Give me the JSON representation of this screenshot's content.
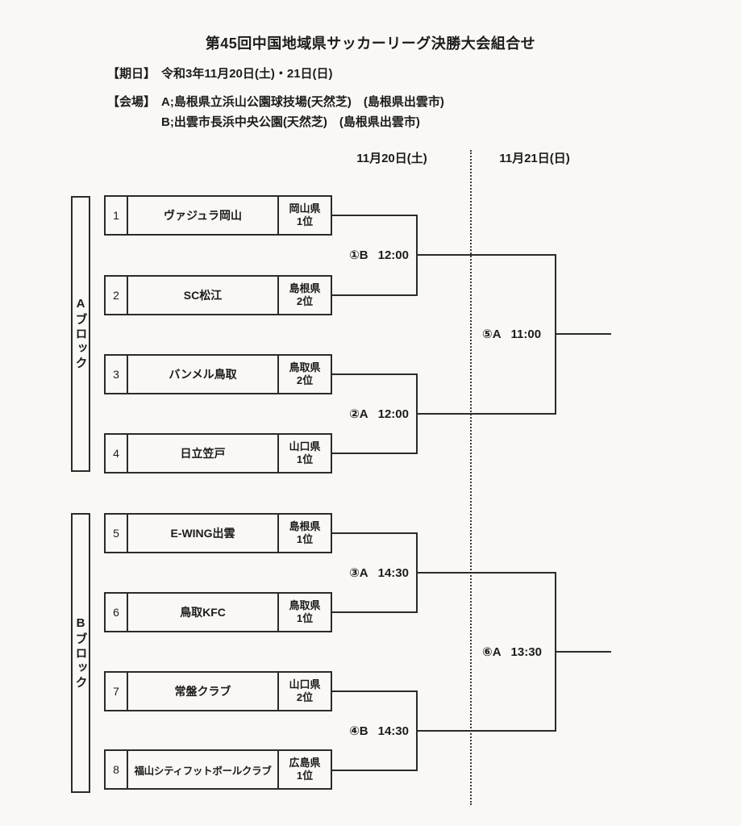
{
  "doc": {
    "title": "第45回中国地域県サッカーリーグ決勝大会組合せ",
    "schedule": {
      "label": "【期日】",
      "value": "令和3年11月20日(土)・21日(日)"
    },
    "venue": {
      "label": "【会場】",
      "line_a": "A;島根県立浜山公園球技場(天然芝)　(島根県出雲市)",
      "line_b": "B;出雲市長浜中央公園(天然芝)　(島根県出雲市)"
    },
    "days": {
      "day1": "11月20日(土)",
      "day2": "11月21日(日)"
    }
  },
  "bracket": {
    "blocks": [
      {
        "label": "Aブロック"
      },
      {
        "label": "Bブロック"
      }
    ],
    "teams": [
      {
        "no": "1",
        "name": "ヴァジュラ岡山",
        "pref": "岡山県",
        "rank": "1位"
      },
      {
        "no": "2",
        "name": "SC松江",
        "pref": "島根県",
        "rank": "2位"
      },
      {
        "no": "3",
        "name": "バンメル鳥取",
        "pref": "鳥取県",
        "rank": "2位"
      },
      {
        "no": "4",
        "name": "日立笠戸",
        "pref": "山口県",
        "rank": "1位"
      },
      {
        "no": "5",
        "name": "E-WING出雲",
        "pref": "島根県",
        "rank": "1位"
      },
      {
        "no": "6",
        "name": "鳥取KFC",
        "pref": "鳥取県",
        "rank": "1位"
      },
      {
        "no": "7",
        "name": "常盤クラブ",
        "pref": "山口県",
        "rank": "2位"
      },
      {
        "no": "8",
        "name": "福山シティフットボールクラブ",
        "pref": "広島県",
        "rank": "1位"
      }
    ],
    "matches": [
      {
        "num": "①B",
        "time": "12:00"
      },
      {
        "num": "②A",
        "time": "12:00"
      },
      {
        "num": "③A",
        "time": "14:30"
      },
      {
        "num": "④B",
        "time": "14:30"
      },
      {
        "num": "⑤A",
        "time": "11:00"
      },
      {
        "num": "⑥A",
        "time": "13:30"
      }
    ],
    "line_color": "#2b2b2b",
    "background_color": "#faf8f4"
  }
}
